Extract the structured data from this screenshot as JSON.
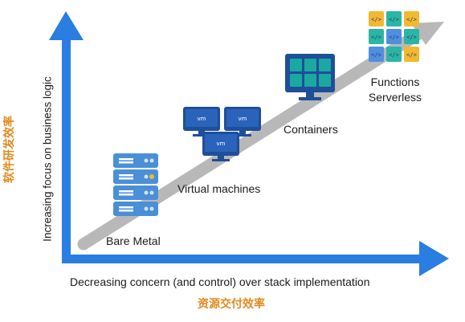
{
  "axes": {
    "y_label": "Increasing focus on business logic",
    "y_label_cn": "软件研发效率",
    "x_label": "Decreasing concern (and control) over stack implementation",
    "x_label_cn": "资源交付效率"
  },
  "stages": [
    {
      "label": "Bare Metal"
    },
    {
      "label": "Virtual machines"
    },
    {
      "label": "Containers"
    },
    {
      "label_line1": "Functions",
      "label_line2": "Serverless"
    }
  ],
  "vm_icon_glyph": "vm",
  "function_tile_glyph": "</>",
  "colors": {
    "axis": "#2a7de1",
    "trend_arrow": "#b8b8b8",
    "server_rack": "#4a8fd8",
    "vm": "#1f4e9a",
    "container": "#1aa9a0",
    "chinese_text": "#e08a1e",
    "fn_yellow": "#f2b82f",
    "fn_teal": "#2bb5a5",
    "fn_blue": "#4f8fe0"
  }
}
